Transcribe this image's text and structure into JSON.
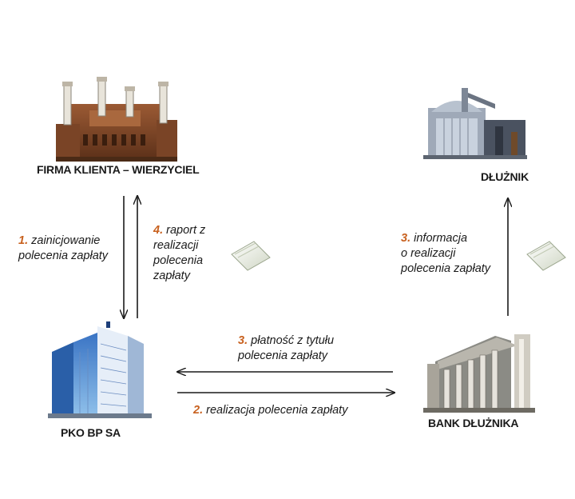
{
  "nodes": {
    "creditor": {
      "label": "FIRMA KLIENTA – WIERZYCIEL",
      "icon": "power-plant-icon"
    },
    "debtor": {
      "label": "DŁUŻNIK",
      "icon": "industrial-plant-icon"
    },
    "bank_pko": {
      "label": "PKO BP SA",
      "icon": "office-building-icon"
    },
    "bank_debtor": {
      "label": "BANK DŁUŻNIKA",
      "icon": "classical-bank-icon"
    }
  },
  "steps": {
    "s1": {
      "num": "1.",
      "text1": "zainicjowanie",
      "text2": "polecenia zapłaty"
    },
    "s4": {
      "num": "4.",
      "text1": "raport z",
      "text2": "realizacji",
      "text3": "polecenia",
      "text4": "zapłaty"
    },
    "s3_info": {
      "num": "3.",
      "text1": "informacja",
      "text2": "o realizacji",
      "text3": "polecenia zapłaty"
    },
    "s3_pay": {
      "num": "3.",
      "text1": "płatność z tytułu",
      "text2": "polecenia zapłaty"
    },
    "s2": {
      "num": "2.",
      "text1": "realizacja polecenia zapłaty"
    }
  },
  "colors": {
    "accent_number": "#c8611f",
    "arrow": "#1a1a1a"
  },
  "icons": {
    "document": "document-icon"
  }
}
